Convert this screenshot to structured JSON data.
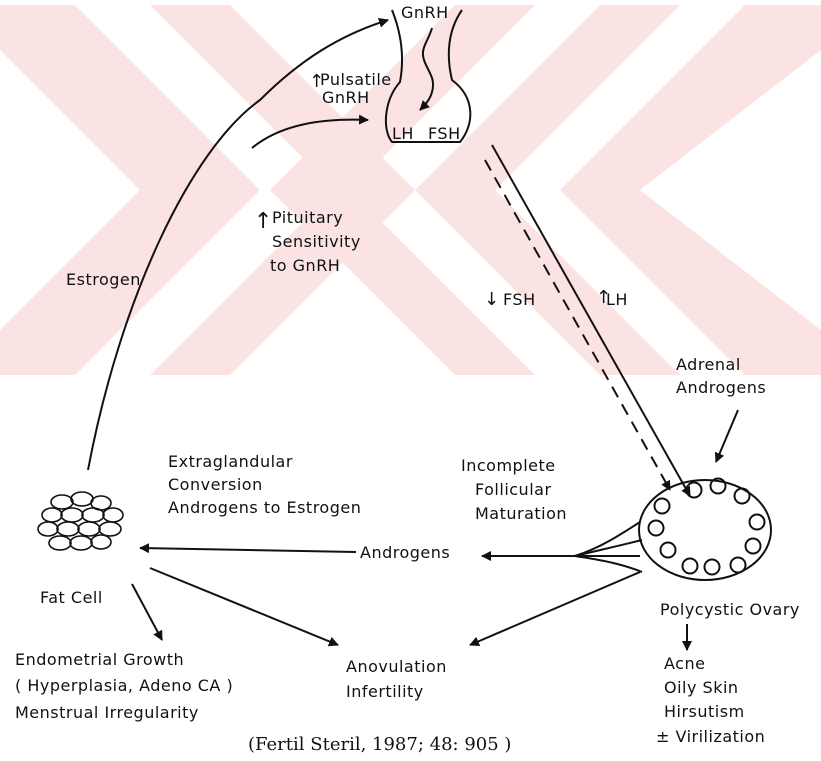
{
  "colors": {
    "watermark": "#fbe3e4",
    "ink": "#111111",
    "background": "#ffffff"
  },
  "pituitary": {
    "gnrh": "GnRH",
    "lh": "LH",
    "fsh": "FSH"
  },
  "labels": {
    "pulsatile_1": "Pulsatile",
    "pulsatile_2": "GnRH",
    "pit_sens_1": "Pituitary",
    "pit_sens_2": "Sensitivity",
    "pit_sens_3": "to GnRH",
    "estrogen": "Estrogen",
    "fsh_down": "FSH",
    "lh_up": "LH",
    "adrenal_1": "Adrenal",
    "adrenal_2": "Androgens",
    "extra_1": "Extraglandular",
    "extra_2": "Conversion",
    "extra_3": "Androgens to Estrogen",
    "incomplete_1": "Incomplete",
    "incomplete_2": "Follicular",
    "incomplete_3": "Maturation",
    "androgens": "Androgens",
    "fat_cell": "Fat Cell",
    "polycystic": "Polycystic Ovary",
    "endo_1": "Endometrial Growth",
    "endo_2": "( Hyperplasia, Adeno CA )",
    "endo_3": "Menstrual Irregularity",
    "anov_1": "Anovulation",
    "anov_2": "Infertility",
    "acne": "Acne",
    "oily": "Oily Skin",
    "hirsutism": "Hirsutism",
    "virilization": "± Virilization",
    "citation": "(Fertil Steril, 1987; 48: 905 )"
  },
  "icons": [
    "up-arrow-icon",
    "down-arrow-icon",
    "fat-cell-cluster-icon",
    "polycystic-ovary-icon",
    "pituitary-gland-icon"
  ]
}
